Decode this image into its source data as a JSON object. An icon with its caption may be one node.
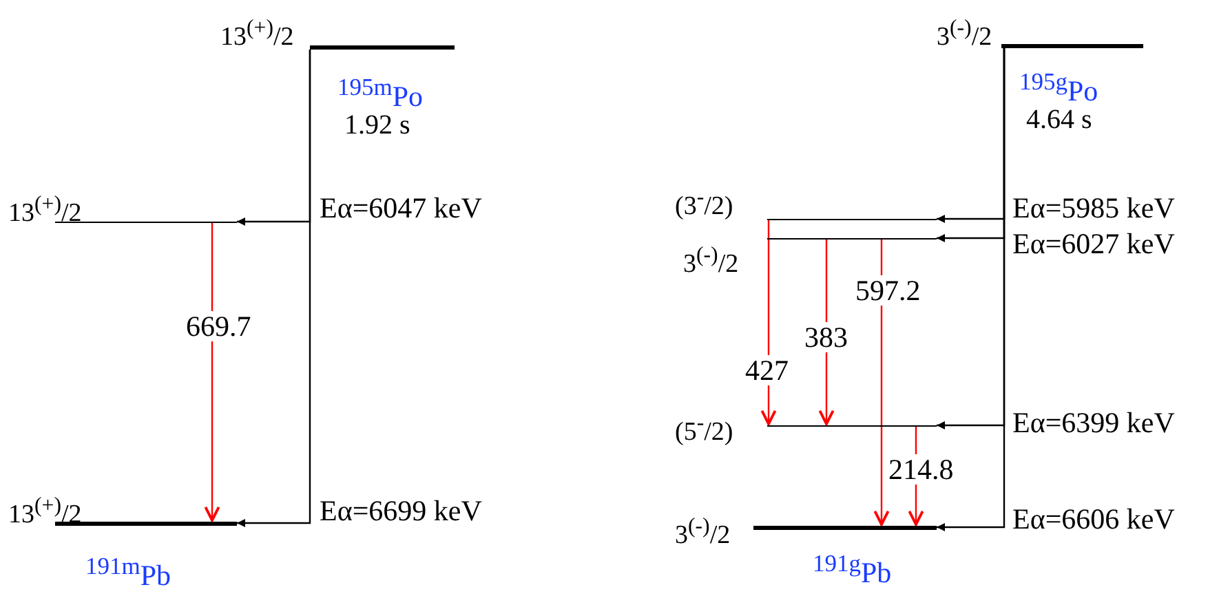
{
  "diagram": {
    "nodes": [
      {
        "text": [
          "13$^{(+)}$/2"
        ],
        "beside": [
          "$^{195m}$Po",
          "1.92 s"
        ]
      },
      {
        "text": [
          "13$^{(+)}$/2"
        ]
      },
      {
        "text": [
          "13$^{(+)}$/2"
        ],
        "beside": [
          "$^{191m}$Pb"
        ]
      },
      {
        "text": [
          "3$^{(-)}$/2"
        ],
        "beside": [
          "$^{195g}$Po",
          "4.64 s"
        ]
      },
      {
        "text": [
          "(3$^{-}$/2)"
        ]
      },
      {
        "text": [
          "3$^{(-)}$/2"
        ]
      },
      {
        "text": [
          "(5$^{-}$/2)"
        ]
      },
      {
        "text": [
          "3$^{(-)}$/2"
        ],
        "beside": [
          "$^{191g}$Pb"
        ]
      }
    ],
    "edges": [
      {
        "from": 0,
        "to": 1,
        "arrow": "to",
        "label": "Eα=6047 keV"
      },
      {
        "from": 0,
        "to": 2,
        "arrow": "to",
        "label": "Eα=6699 keV"
      },
      {
        "from": 1,
        "to": 2,
        "arrow": "to",
        "label": "669.7",
        "color": "#ff0000"
      },
      {
        "from": 3,
        "to": 4,
        "arrow": "to",
        "label": "Eα=5985 keV"
      },
      {
        "from": 3,
        "to": 5,
        "arrow": "to",
        "label": "Eα=6027 keV"
      },
      {
        "from": 3,
        "to": 6,
        "arrow": "to",
        "label": "Eα=6399 keV"
      },
      {
        "from": 3,
        "to": 7,
        "arrow": "to",
        "label": "Eα=6606 keV"
      },
      {
        "from": 4,
        "to": 6,
        "arrow": "to",
        "label": "427",
        "color": "#ff0000"
      },
      {
        "from": 5,
        "to": 6,
        "arrow": "to",
        "label": "383",
        "color": "#ff0000"
      },
      {
        "from": 5,
        "to": 7,
        "arrow": "to",
        "label": "597.2",
        "color": "#ff0000"
      },
      {
        "from": 6,
        "to": 7,
        "arrow": "to",
        "label": "214.8",
        "color": "#ff0000"
      }
    ]
  }
}
